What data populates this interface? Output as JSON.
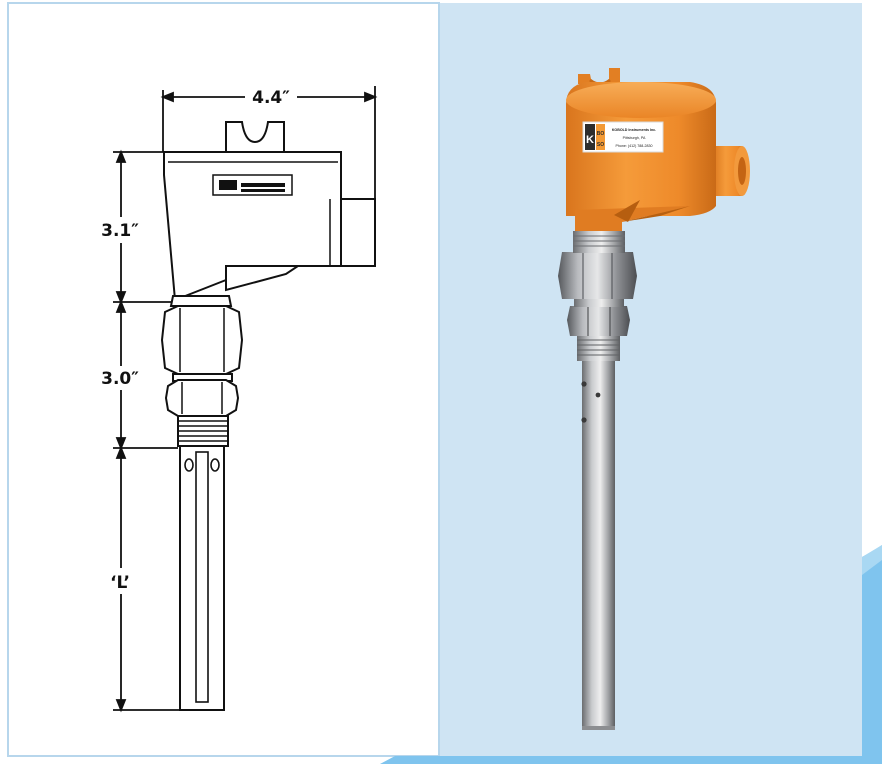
{
  "drawing": {
    "dimensions": {
      "width": "4.4″",
      "head_height": "3.1″",
      "fitting_height": "3.0″",
      "probe_length": "‘L’"
    }
  },
  "photo": {
    "logo_letter": "K",
    "logo_badge_line1": "BO",
    "logo_badge_line2": "SO",
    "label_line1": "KOBOLD Instruments Inc.",
    "label_line2": "Pittsburgh, PA",
    "label_line3": "Phone: (412) 788-2830"
  },
  "colors": {
    "panel_blue": "#cfe4f3",
    "panel_border": "#b7d6ec",
    "accent_blue": "#7fc4ee",
    "housing_orange": "#ef8e2c",
    "steel": "#a7a9ac",
    "line_dark": "#111111"
  }
}
